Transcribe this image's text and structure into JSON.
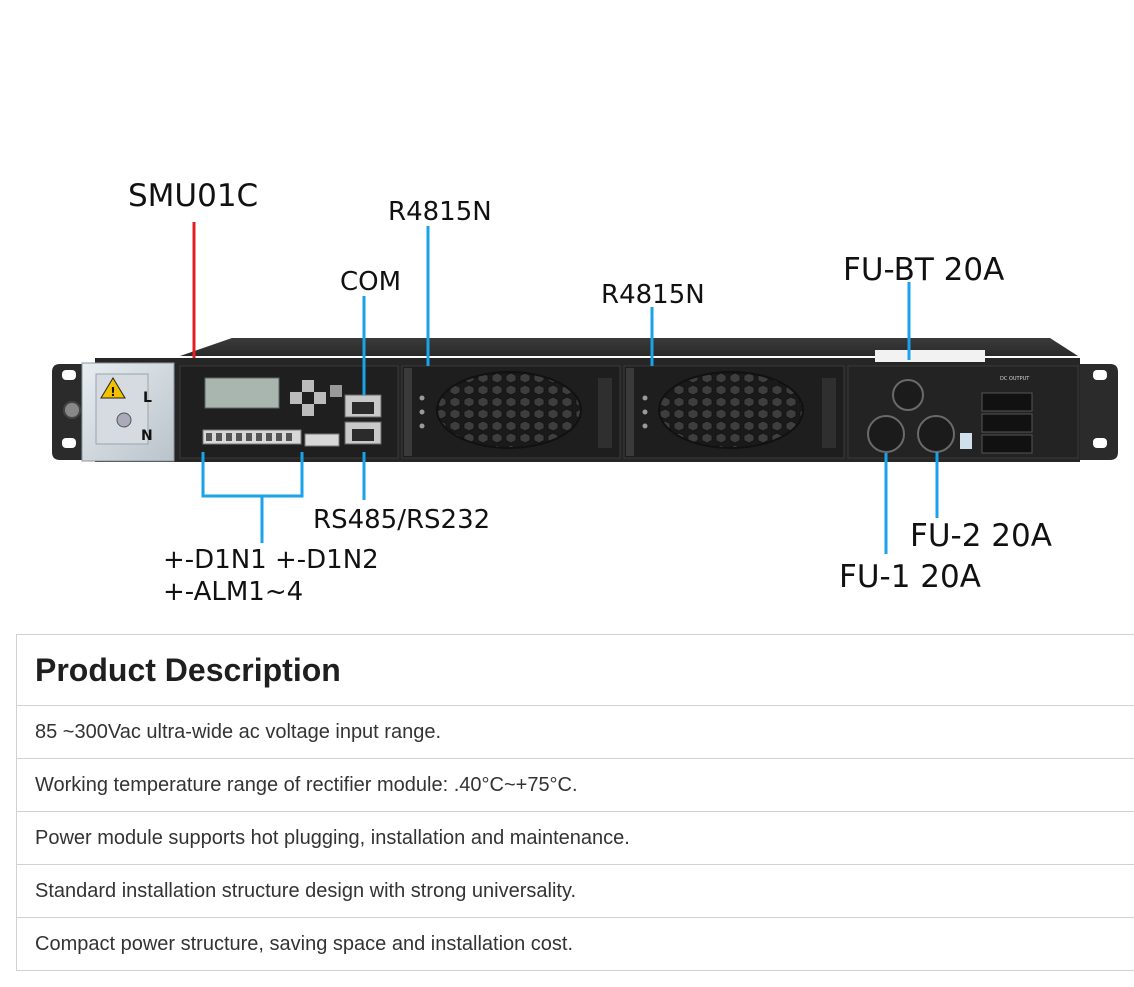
{
  "labels": {
    "smu": "SMU01C",
    "rect1": "R4815N",
    "rect2": "R4815N",
    "com": "COM",
    "fubt": "FU-BT 20A",
    "rs485": "RS485/RS232",
    "din_line1": "+-D1N1 +-D1N2",
    "din_line2": "+-ALM1~4",
    "fu2": "FU-2 20A",
    "fu1": "FU-1 20A"
  },
  "device": {
    "phase_l": "L",
    "phase_n": "N",
    "warning_glyph": "!",
    "dc_output": "DC OUTPUT"
  },
  "colors": {
    "callout_blue": "#1aa3e8",
    "callout_red": "#e02020",
    "chassis": "#262626"
  },
  "icons": {
    "warning": "warning-triangle-icon",
    "fan": "fan-grille-icon"
  },
  "description": {
    "title": "Product Description",
    "items": [
      "85 ~300Vac ultra-wide ac voltage input range.",
      "Working temperature range of rectifier module: .40°C~+75°C.",
      "Power module supports hot plugging, installation and maintenance.",
      "Standard installation structure design with strong universality.",
      "Compact power structure, saving space and installation cost."
    ]
  }
}
